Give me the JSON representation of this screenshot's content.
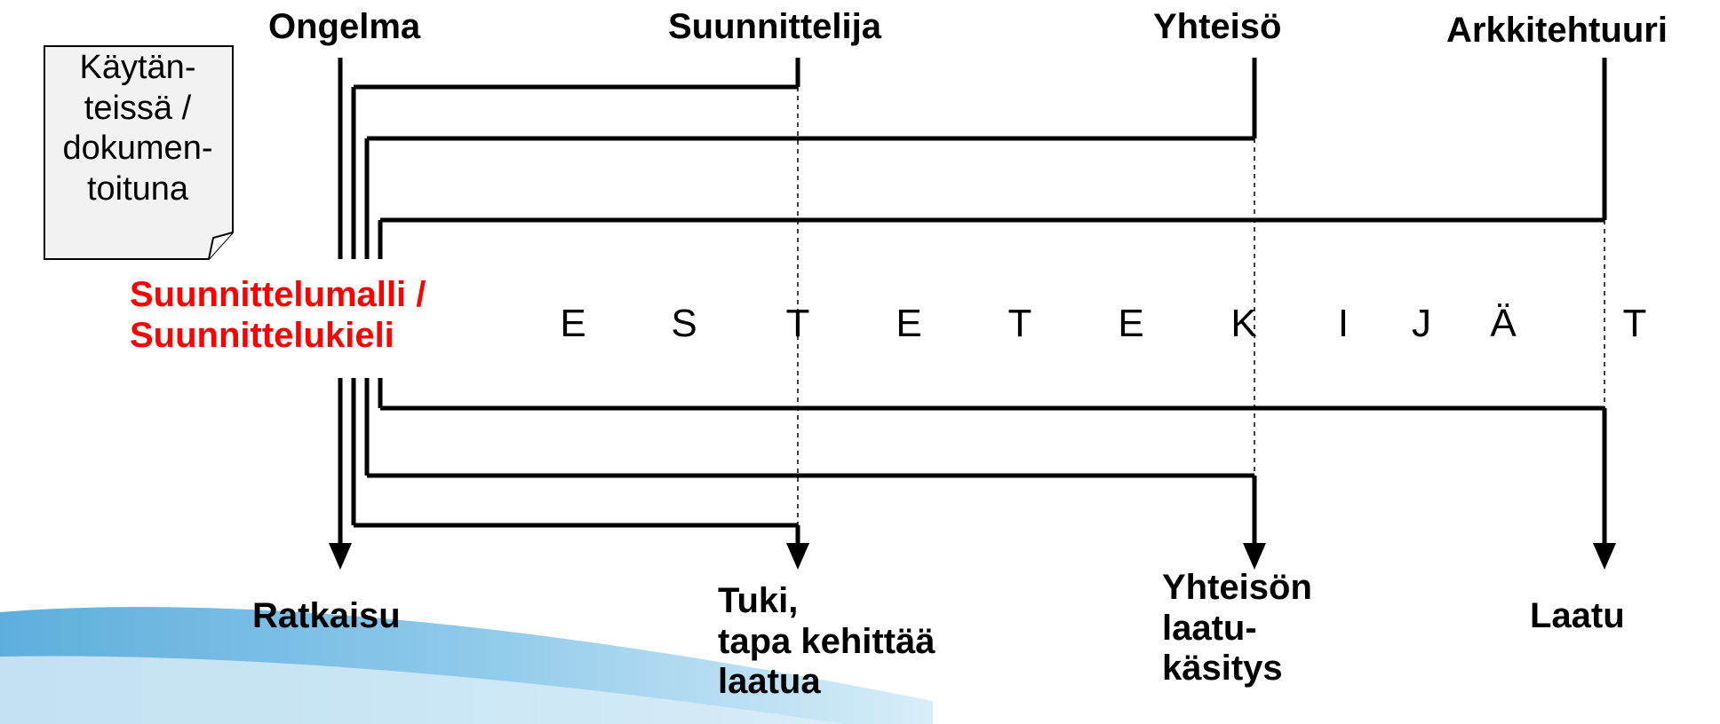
{
  "colors": {
    "line": "#000000",
    "accent_red": "#ff0000",
    "note_fill": "#f2f2f2",
    "wave_dark": "#6fb4dd",
    "wave_light": "#cfe7f6"
  },
  "top_labels": {
    "problem": "Ongelma",
    "designer": "Suunnittelija",
    "community": "Yhteisö",
    "architecture": "Arkkitehtuuri"
  },
  "note": {
    "lines": [
      "Käytän-",
      "teissä /",
      "dokumen-",
      "toituna"
    ]
  },
  "center_label": {
    "line1": "Suunnittelumalli /",
    "line2": "Suunnittelukieli"
  },
  "word_letters": [
    "E",
    "S",
    "T",
    "E",
    "T",
    "E",
    "K",
    "I",
    "J",
    "Ä",
    "T"
  ],
  "bottom_labels": {
    "solution": "Ratkaisu",
    "support": [
      "Tuki,",
      "tapa kehittää",
      "laatua"
    ],
    "community_quality": [
      "Yhteisön",
      "laatu-",
      "käsitys"
    ],
    "quality": "Laatu"
  }
}
